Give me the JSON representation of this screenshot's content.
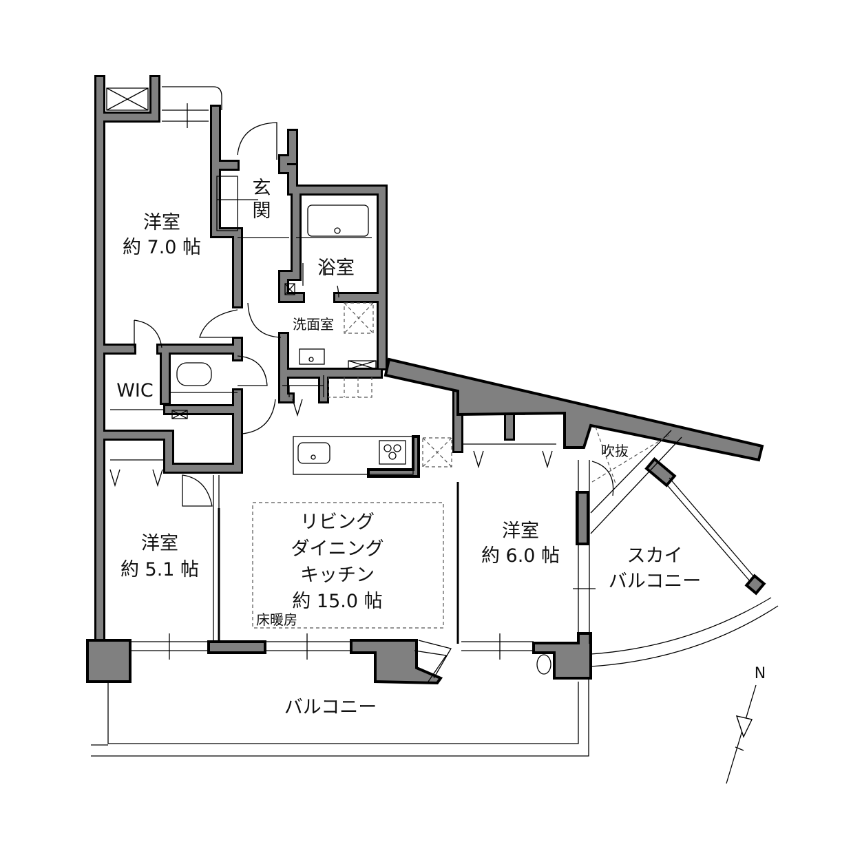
{
  "rooms": {
    "western_room_1": {
      "name": "洋室",
      "size": "約 7.0 帖"
    },
    "entrance": {
      "line1": "玄",
      "line2": "関"
    },
    "bathroom": {
      "name": "浴室"
    },
    "washroom": {
      "name": "洗面室"
    },
    "walk_in_closet": {
      "name": "WIC"
    },
    "western_room_2": {
      "name": "洋室",
      "size": "約 5.1 帖"
    },
    "ldk": {
      "line1": "リビング",
      "line2": "ダイニング",
      "line3": "キッチン",
      "size": "約 15.0 帖",
      "floor_heating": "床暖房"
    },
    "western_room_3": {
      "name": "洋室",
      "size": "約 6.0 帖"
    },
    "void": {
      "name": "吹抜"
    },
    "sky_balcony": {
      "line1": "スカイ",
      "line2": "バルコニー"
    },
    "balcony": {
      "name": "バルコニー"
    }
  },
  "compass": {
    "north_label": "N"
  },
  "colors": {
    "wall": "#808080",
    "line": "#000000"
  }
}
